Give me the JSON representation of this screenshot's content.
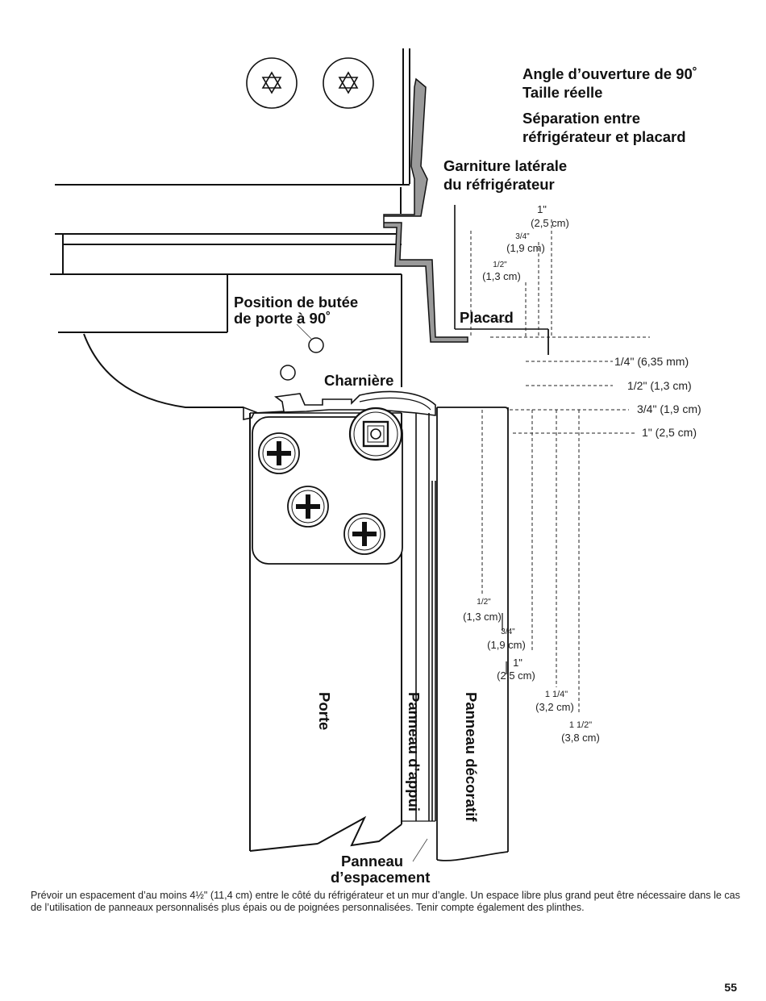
{
  "title": {
    "line1": "Angle d’ouverture de 90˚",
    "line2": "Taille réelle",
    "line3": "Séparation entre",
    "line4": "réfrigérateur et placard"
  },
  "labels": {
    "garniture_1": "Garniture latérale",
    "garniture_2": "du réfrigérateur",
    "position_1": "Position de butée",
    "position_2": "de porte à 90˚",
    "charniere": "Charnière",
    "placard": "Placard",
    "porte": "Porte",
    "panneau_appui": "Panneau d’appui",
    "panneau_decoratif": "Panneau décoratif",
    "panneau_espacement_1": "Panneau",
    "panneau_espacement_2": "d’espacement"
  },
  "dims_top": [
    {
      "frac": "1\"",
      "metric": "(2,5 cm)"
    },
    {
      "frac": "3/4\"",
      "metric": "(1,9 cm)"
    },
    {
      "frac": "1/2\"",
      "metric": "(1,3 cm)"
    }
  ],
  "dims_right": [
    {
      "frac": "1/4\"",
      "metric": "(6,35 mm)"
    },
    {
      "frac": "1/2\"",
      "metric": "(1,3 cm)"
    },
    {
      "frac": "3/4\"",
      "metric": "(1,9 cm)"
    },
    {
      "frac": "1\"",
      "metric": "(2,5 cm)"
    }
  ],
  "dims_bottom": [
    {
      "frac": "1/2\"",
      "metric": "(1,3 cm)"
    },
    {
      "frac": "3/4\"",
      "metric": "(1,9 cm)"
    },
    {
      "frac": "1\"",
      "metric": "(2,5 cm)"
    },
    {
      "frac": "1 1/4\"",
      "metric": "(3,2 cm)"
    },
    {
      "frac": "1 1/2\"",
      "metric": "(3,8 cm)"
    }
  ],
  "note": "Prévoir un espacement d’au moins 4½\" (11,4 cm) entre le côté du réfrigérateur et un mur d’angle. Un espace libre plus grand peut être nécessaire dans le cas de l’utilisation de panneaux personnalisés plus épais ou de poignées personnalisées. Tenir compte également des plinthes.",
  "page_number": "55"
}
